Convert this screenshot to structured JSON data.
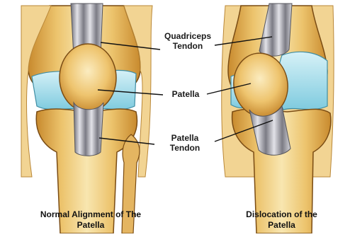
{
  "labels": {
    "quadriceps_tendon": [
      "Quadriceps",
      "Tendon"
    ],
    "patella": "Patella",
    "patella_tendon": [
      "Patella",
      "Tendon"
    ]
  },
  "captions": {
    "normal": [
      "Normal Alignment of The",
      "Patella"
    ],
    "dislocation": [
      "Dislocation of the",
      "Patella"
    ]
  },
  "colors": {
    "bone_light": "#f6dfa2",
    "bone": "#e9b75a",
    "bone_shadow": "#c88a2e",
    "cartilage": "#8fd3e4",
    "cartilage_light": "#cdeef5",
    "tendon_dark": "#6f6f78",
    "tendon_light": "#d9d9e0",
    "outline": "#7a4c14"
  }
}
